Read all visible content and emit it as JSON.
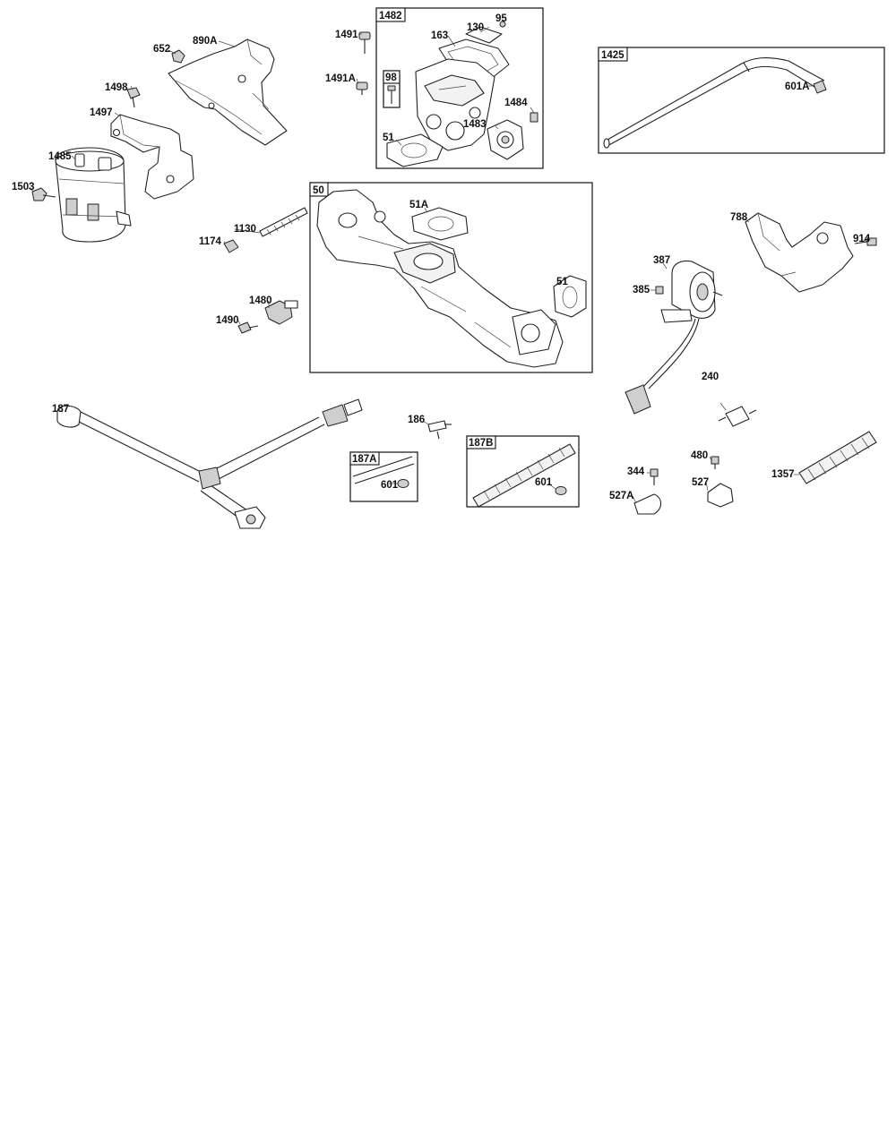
{
  "callouts": {
    "c890A": "890A",
    "c652": "652",
    "c1498": "1498",
    "c1497": "1497",
    "c1485": "1485",
    "c1503": "1503",
    "c1491": "1491",
    "c1491A": "1491A",
    "c163": "163",
    "c130": "130",
    "c95": "95",
    "c1484": "1484",
    "c1483": "1483",
    "c51_top": "51",
    "c601A": "601A",
    "c1130": "1130",
    "c1174": "1174",
    "c1480": "1480",
    "c1490": "1490",
    "c51A": "51A",
    "c51_mid": "51",
    "c788": "788",
    "c914": "914",
    "c387": "387",
    "c385": "385",
    "c240": "240",
    "c187": "187",
    "c186": "186",
    "c601_a": "601",
    "c601_b": "601",
    "c344": "344",
    "c480": "480",
    "c527": "527",
    "c527A": "527A",
    "c1357": "1357"
  },
  "boxes": {
    "b1482": "1482",
    "b98": "98",
    "b1425": "1425",
    "b50": "50",
    "b187A": "187A",
    "b187B": "187B"
  }
}
